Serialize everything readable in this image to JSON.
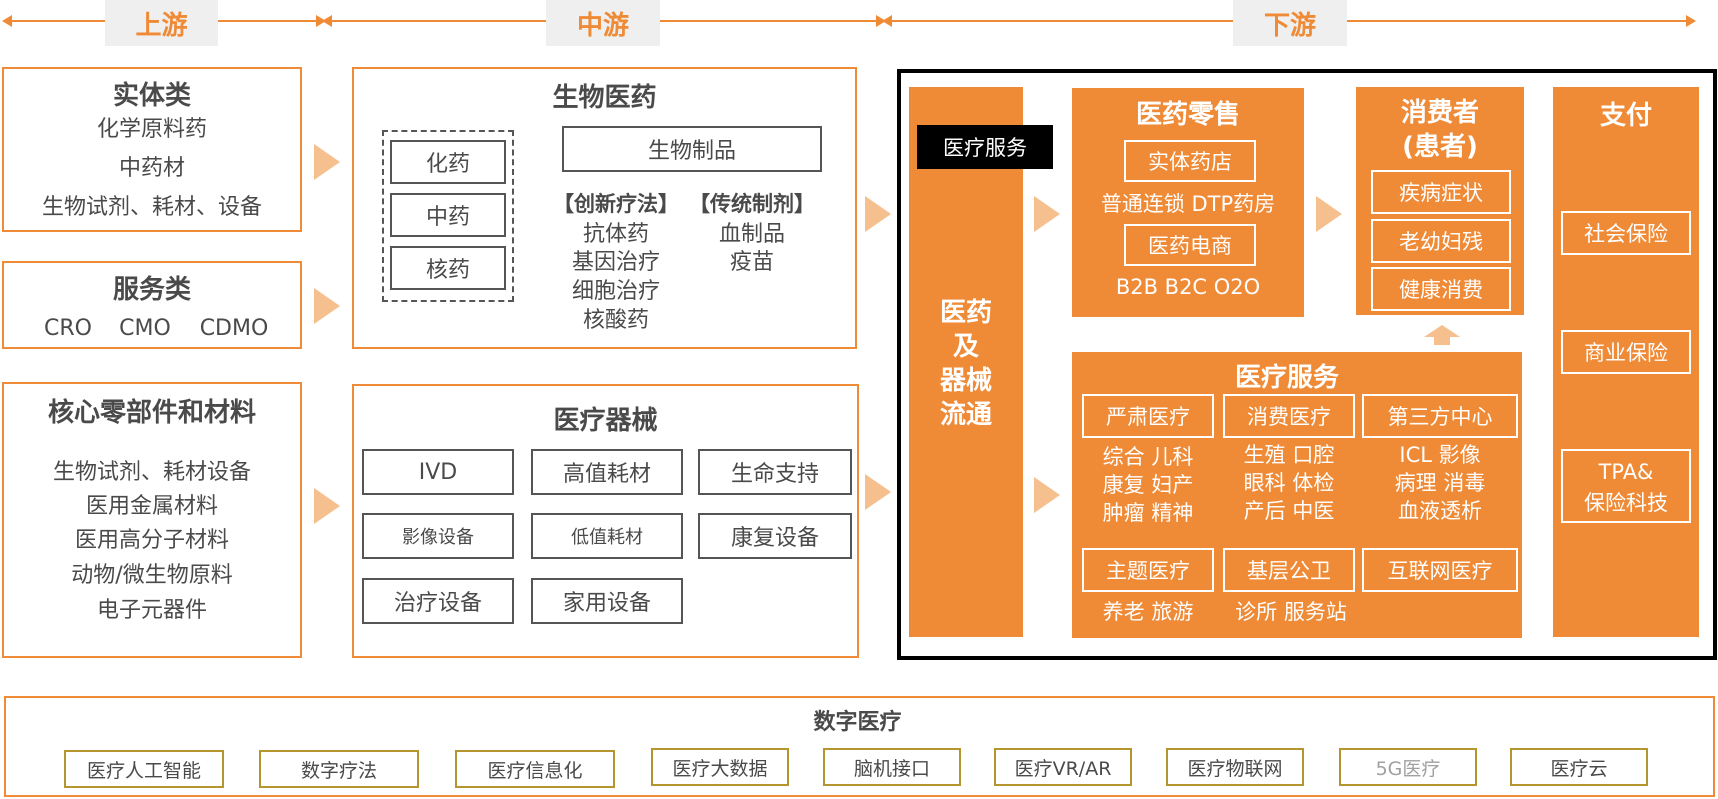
{
  "headers": {
    "upstream": "上游",
    "midstream": "中游",
    "downstream": "下游"
  },
  "upstream": {
    "physical": {
      "title": "实体类",
      "items": [
        "化学原料药",
        "中药材",
        "生物试剂、耗材、设备"
      ]
    },
    "service": {
      "title": "服务类",
      "items": [
        "CRO",
        "CMO",
        "CDMO"
      ]
    },
    "core": {
      "title": "核心零部件和材料",
      "items": [
        "生物试剂、耗材设备",
        "医用金属材料",
        "医用高分子材料",
        "动物/微生物原料",
        "电子元器件"
      ]
    }
  },
  "midstream": {
    "biopharma": {
      "title": "生物医药",
      "drugs": [
        "化药",
        "中药",
        "核药"
      ],
      "bio_products": "生物制品",
      "innovative": {
        "label": "【创新疗法】",
        "items": [
          "抗体药",
          "基因治疗",
          "细胞治疗",
          "核酸药"
        ]
      },
      "traditional": {
        "label": "【传统制剂】",
        "items": [
          "血制品",
          "疫苗"
        ]
      }
    },
    "devices": {
      "title": "医疗器械",
      "items": [
        "IVD",
        "高值耗材",
        "生命支持",
        "影像设备",
        "低值耗材",
        "康复设备",
        "治疗设备",
        "家用设备"
      ]
    }
  },
  "downstream": {
    "medical_service_tag": "医疗服务",
    "distribution": [
      "医药",
      "及",
      "器械",
      "流通"
    ],
    "retail": {
      "title": "医药零售",
      "store": "实体药店",
      "store_desc": "普通连锁 DTP药房",
      "ecommerce": "医药电商",
      "ecommerce_desc": "B2B B2C O2O"
    },
    "consumer": {
      "title_line1": "消费者",
      "title_line2": "(患者)",
      "items": [
        "疾病症状",
        "老幼妇残",
        "健康消费"
      ]
    },
    "payment": {
      "title": "支付",
      "items": [
        "社会保险",
        "商业保险"
      ],
      "tpa_line1": "TPA&",
      "tpa_line2": "保险科技"
    },
    "medical": {
      "title": "医疗服务",
      "serious": {
        "label": "严肃医疗",
        "lines": [
          "综合 儿科",
          "康复 妇产",
          "肿瘤 精神"
        ]
      },
      "consumer": {
        "label": "消费医疗",
        "lines": [
          "生殖 口腔",
          "眼科 体检",
          "产后 中医"
        ]
      },
      "third": {
        "label": "第三方中心",
        "lines": [
          "ICL 影像",
          "病理 消毒",
          "血液透析"
        ]
      },
      "theme": {
        "label": "主题医疗",
        "desc": "养老 旅游"
      },
      "grassroots": {
        "label": "基层公卫",
        "desc": "诊所 服务站"
      },
      "internet": {
        "label": "互联网医疗"
      }
    }
  },
  "digital": {
    "title": "数字医疗",
    "items": [
      "医疗人工智能",
      "数字疗法",
      "医疗信息化",
      "医疗大数据",
      "脑机接口",
      "医疗VR/AR",
      "医疗物联网",
      "5G医疗",
      "医疗云"
    ]
  },
  "colors": {
    "orange": "#ef8a36",
    "light_arrow": "#f6bf8e",
    "grey_text": "#4a4a4a",
    "gold_border": "#b5962e"
  }
}
